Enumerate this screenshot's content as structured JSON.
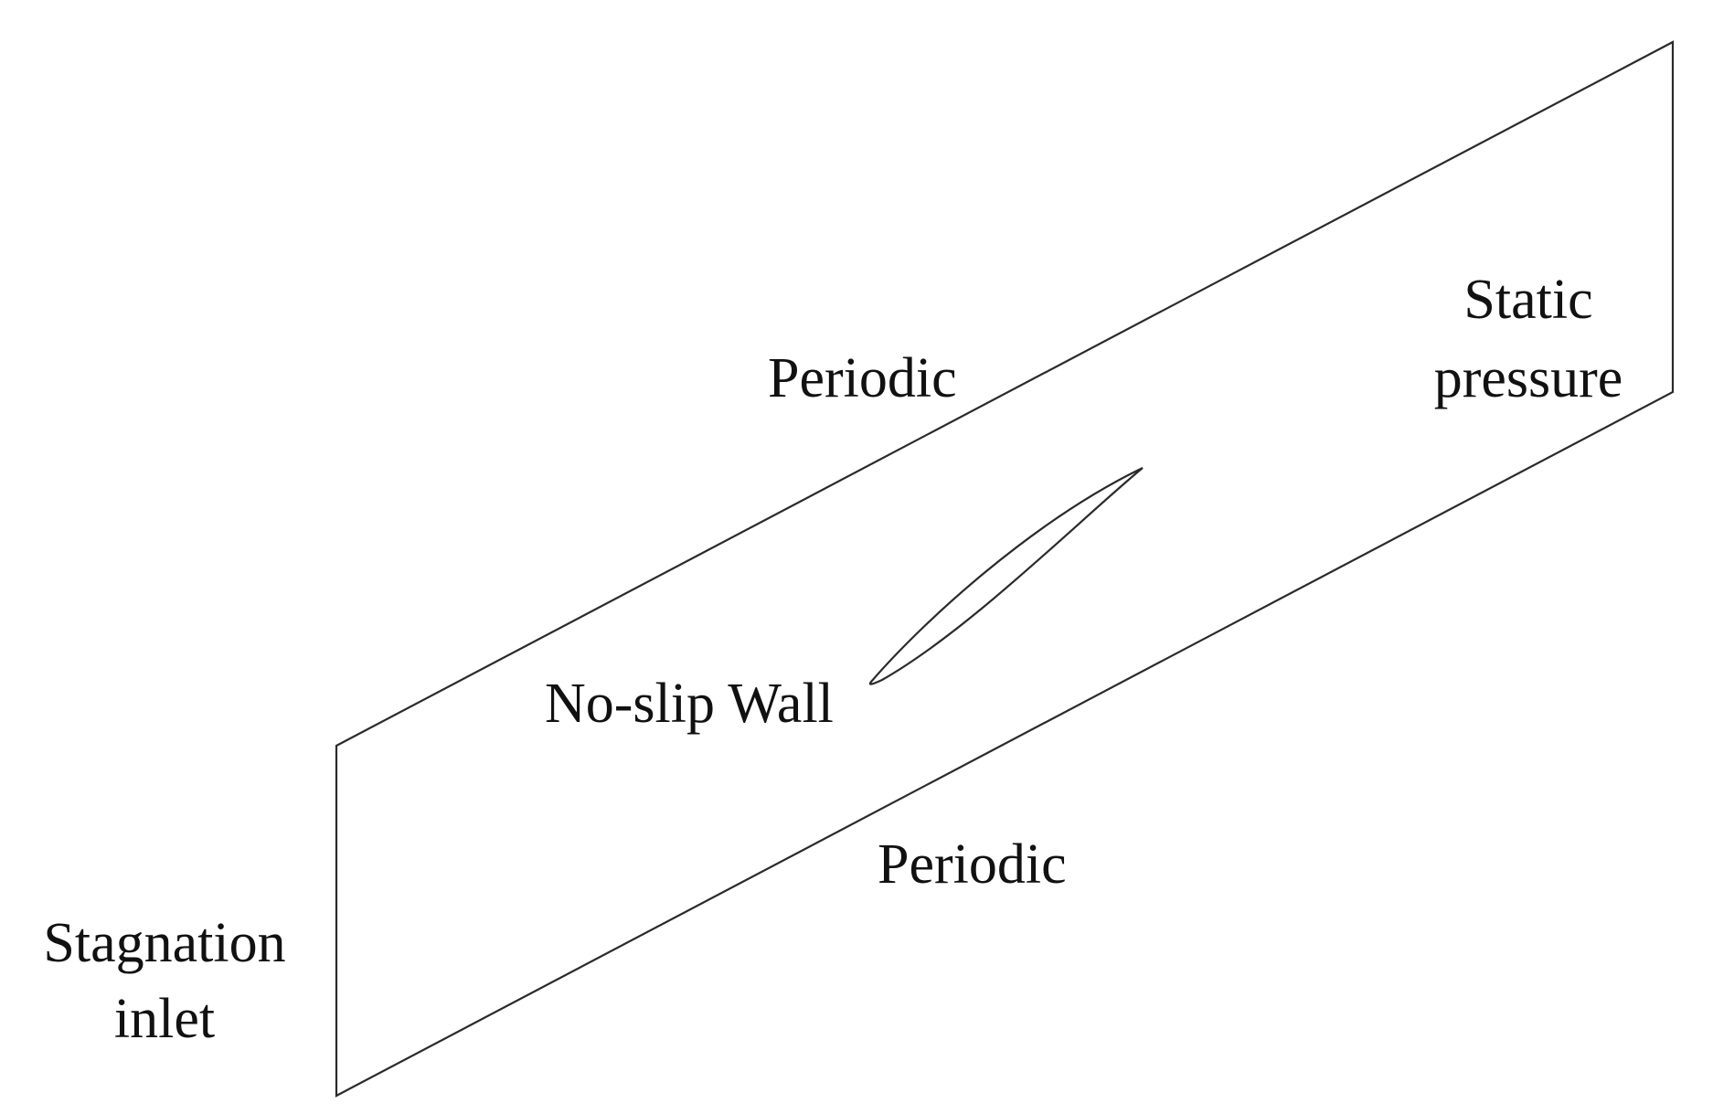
{
  "labels": {
    "periodic_top": "Periodic",
    "periodic_bottom": "Periodic",
    "outlet_line1": "Static",
    "outlet_line2": "pressure",
    "inlet_line1": "Stagnation",
    "inlet_line2": "inlet",
    "blade": "No-slip Wall"
  },
  "colors": {
    "line": "#2a2a2a",
    "text": "#111111",
    "background": "#ffffff"
  }
}
